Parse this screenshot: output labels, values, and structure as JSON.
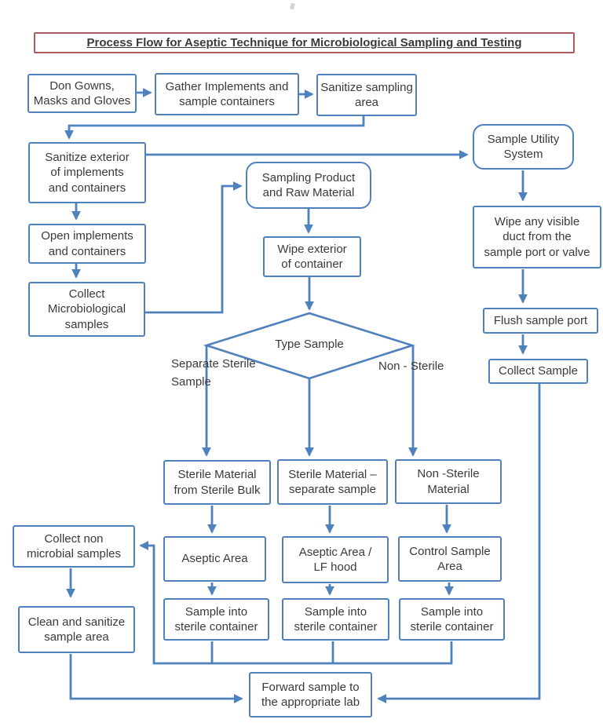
{
  "title": "Process Flow for Aseptic Technique for Microbiological Sampling and Testing",
  "colors": {
    "accent": "#4f81bd",
    "title_border": "#b05c5e",
    "text_color": "#3a3a3a"
  },
  "nodes": {
    "don_gowns": "Don Gowns,\nMasks and Gloves",
    "gather_implements": "Gather Implements and\nsample containers",
    "sanitize_sampling_area": "Sanitize sampling\narea",
    "sanitize_exterior": "Sanitize exterior\nof implements\nand containers",
    "open_implements": "Open implements\nand containers",
    "collect_microbiological": "Collect\nMicrobiological\nsamples",
    "sampling_product": "Sampling Product\nand Raw Material",
    "wipe_exterior": "Wipe exterior\nof container",
    "type_sample": "Type Sample",
    "branch_separate_sterile": "Separate Sterile\nSample",
    "branch_non_sterile": "Non - Sterile",
    "sterile_bulk": "Sterile Material\nfrom Sterile Bulk",
    "sterile_separate": "Sterile Material –\nseparate sample",
    "nonsterile_material": "Non -Sterile\nMaterial",
    "aseptic_area": "Aseptic Area",
    "aseptic_lf_hood": "Aseptic Area /\nLF hood",
    "control_sample_area": "Control Sample\nArea",
    "sample_container_1": "Sample into\nsterile container",
    "sample_container_2": "Sample into\nsterile container",
    "sample_container_3": "Sample into\nsterile container",
    "collect_non_microbial": "Collect non\nmicrobial samples",
    "clean_sanitize": "Clean and sanitize\nsample area",
    "sample_utility": "Sample Utility\nSystem",
    "wipe_duct": "Wipe any visible\nduct from the\nsample port or valve",
    "flush_port": "Flush sample port",
    "collect_sample": "Collect Sample",
    "forward_lab": "Forward sample to\nthe appropriate lab"
  }
}
